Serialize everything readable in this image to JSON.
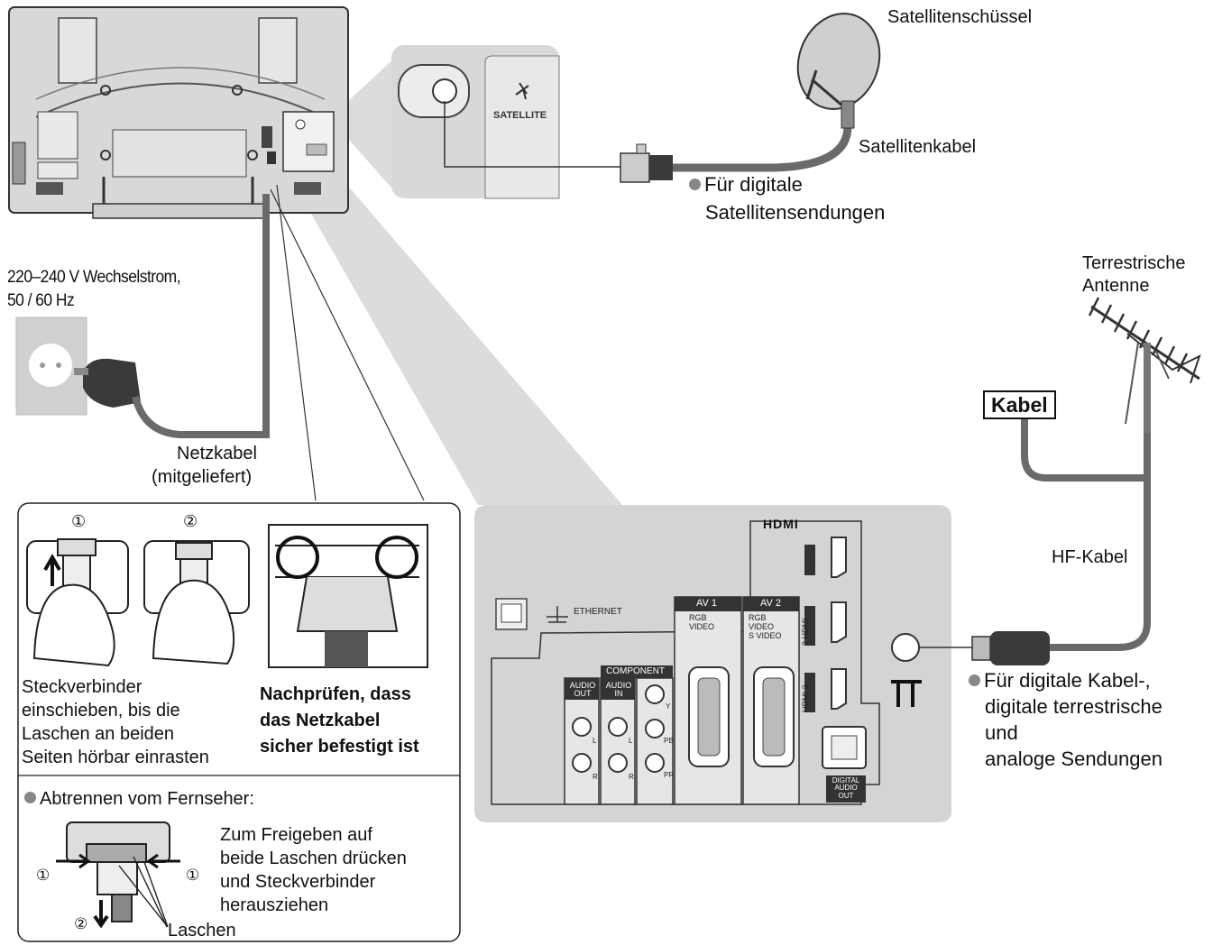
{
  "labels": {
    "satellite_dish": "Satellitenschüssel",
    "satellite_cable": "Satellitenkabel",
    "satellite_port": "SATELLITE",
    "satellite_note_line1": "Für digitale",
    "satellite_note_line2": "Satellitensendungen",
    "terrestrial_line1": "Terrestrische",
    "terrestrial_line2": "Antenne",
    "cable_box": "Kabel",
    "rf_cable": "HF-Kabel",
    "rf_note_line1": "Für digitale Kabel-,",
    "rf_note_line2": "digitale terrestrische",
    "rf_note_line3": "und",
    "rf_note_line4": "analoge Sendungen",
    "mains_line1": "220–240 V Wechselstrom,",
    "mains_line2": "50 / 60 Hz",
    "power_cord_line1": "Netzkabel",
    "power_cord_line2": "(mitgeliefert)"
  },
  "inset": {
    "step1": "①",
    "step2": "②",
    "insert_line1": "Steckverbinder",
    "insert_line2": "einschieben, bis die",
    "insert_line3": "Laschen an beiden",
    "insert_line4": "Seiten hörbar einrasten",
    "check_line1": "Nachprüfen, dass",
    "check_line2": "das Netzkabel",
    "check_line3": "sicher befestigt ist",
    "detach_title": "Abtrennen vom Fernseher:",
    "release_line1": "Zum Freigeben auf",
    "release_line2": "beide Laschen drücken",
    "release_line3": "und Steckverbinder",
    "release_line4": "herausziehen",
    "tabs": "Laschen",
    "marker_left": "①",
    "marker_right": "①",
    "marker_bottom": "②"
  },
  "panel": {
    "hdmi_logo": "HDMI",
    "ethernet": "ETHERNET",
    "component": "COMPONENT",
    "audio_out": "AUDIO OUT",
    "audio_in": "AUDIO IN",
    "av1": "AV 1",
    "av2": "AV 2",
    "av1_rgb": "RGB",
    "av1_video": "VIDEO",
    "av2_rgb": "RGB",
    "av2_video": "VIDEO",
    "av2_svideo": "S VIDEO",
    "hdmi2": "2 HDMI",
    "hdmi3": "HDMI 3",
    "digital_audio_out": "DIGITAL AUDIO OUT",
    "y": "Y",
    "pb": "PB",
    "pr": "PR",
    "l1": "L",
    "r1": "R",
    "l2": "L",
    "r2": "R"
  },
  "colors": {
    "panel_bg": "#d4d4d4",
    "cable": "#6a6a6a",
    "dark_label": "#333333",
    "bullet": "#888888"
  }
}
